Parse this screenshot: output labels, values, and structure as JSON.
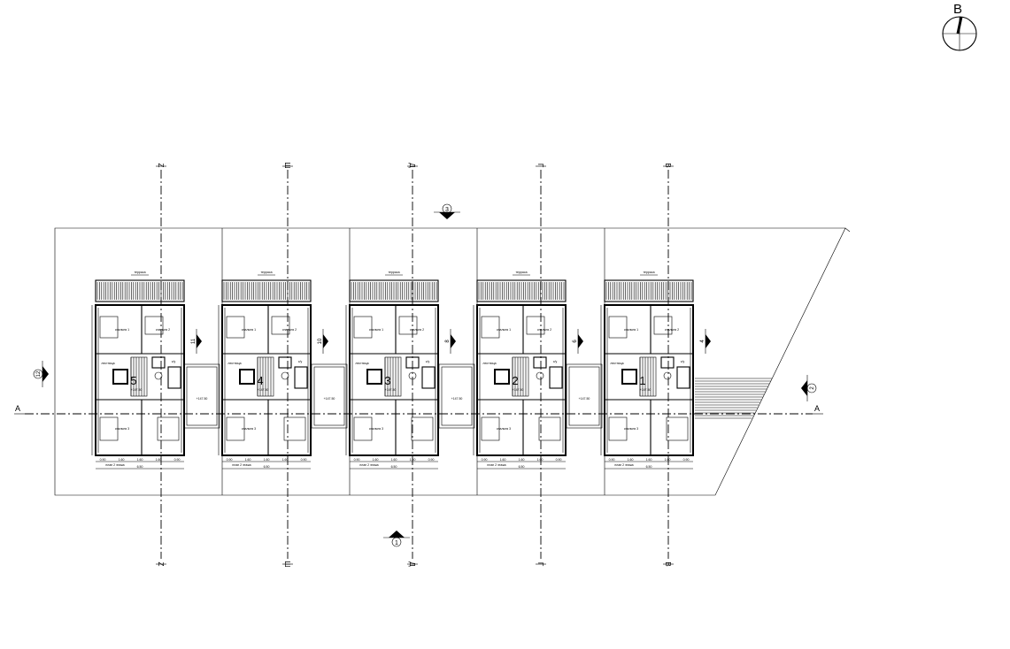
{
  "north": {
    "label": "B"
  },
  "axes": {
    "vertical": [
      "Z",
      "Ш",
      "Д",
      "Г",
      "В"
    ],
    "horizontal": "А"
  },
  "section_marks": [
    "1",
    "2",
    "3",
    "12"
  ],
  "units": [
    {
      "number": "1",
      "axis_mark": "4"
    },
    {
      "number": "2",
      "axis_mark": "6"
    },
    {
      "number": "3",
      "axis_mark": "8"
    },
    {
      "number": "4",
      "axis_mark": "10"
    },
    {
      "number": "5",
      "axis_mark": "11"
    }
  ],
  "room_text": {
    "room_1": "спальня 1",
    "room_2": "спальня 2",
    "room_3": "спальня 3",
    "bath": "с/у",
    "terrace": "терраса",
    "elev": "+147.50",
    "dim_a": "0.90",
    "dim_b": "1.60",
    "dim_c": "6.50",
    "stair_lbl": "лестница",
    "note": "план 2 этажа"
  }
}
